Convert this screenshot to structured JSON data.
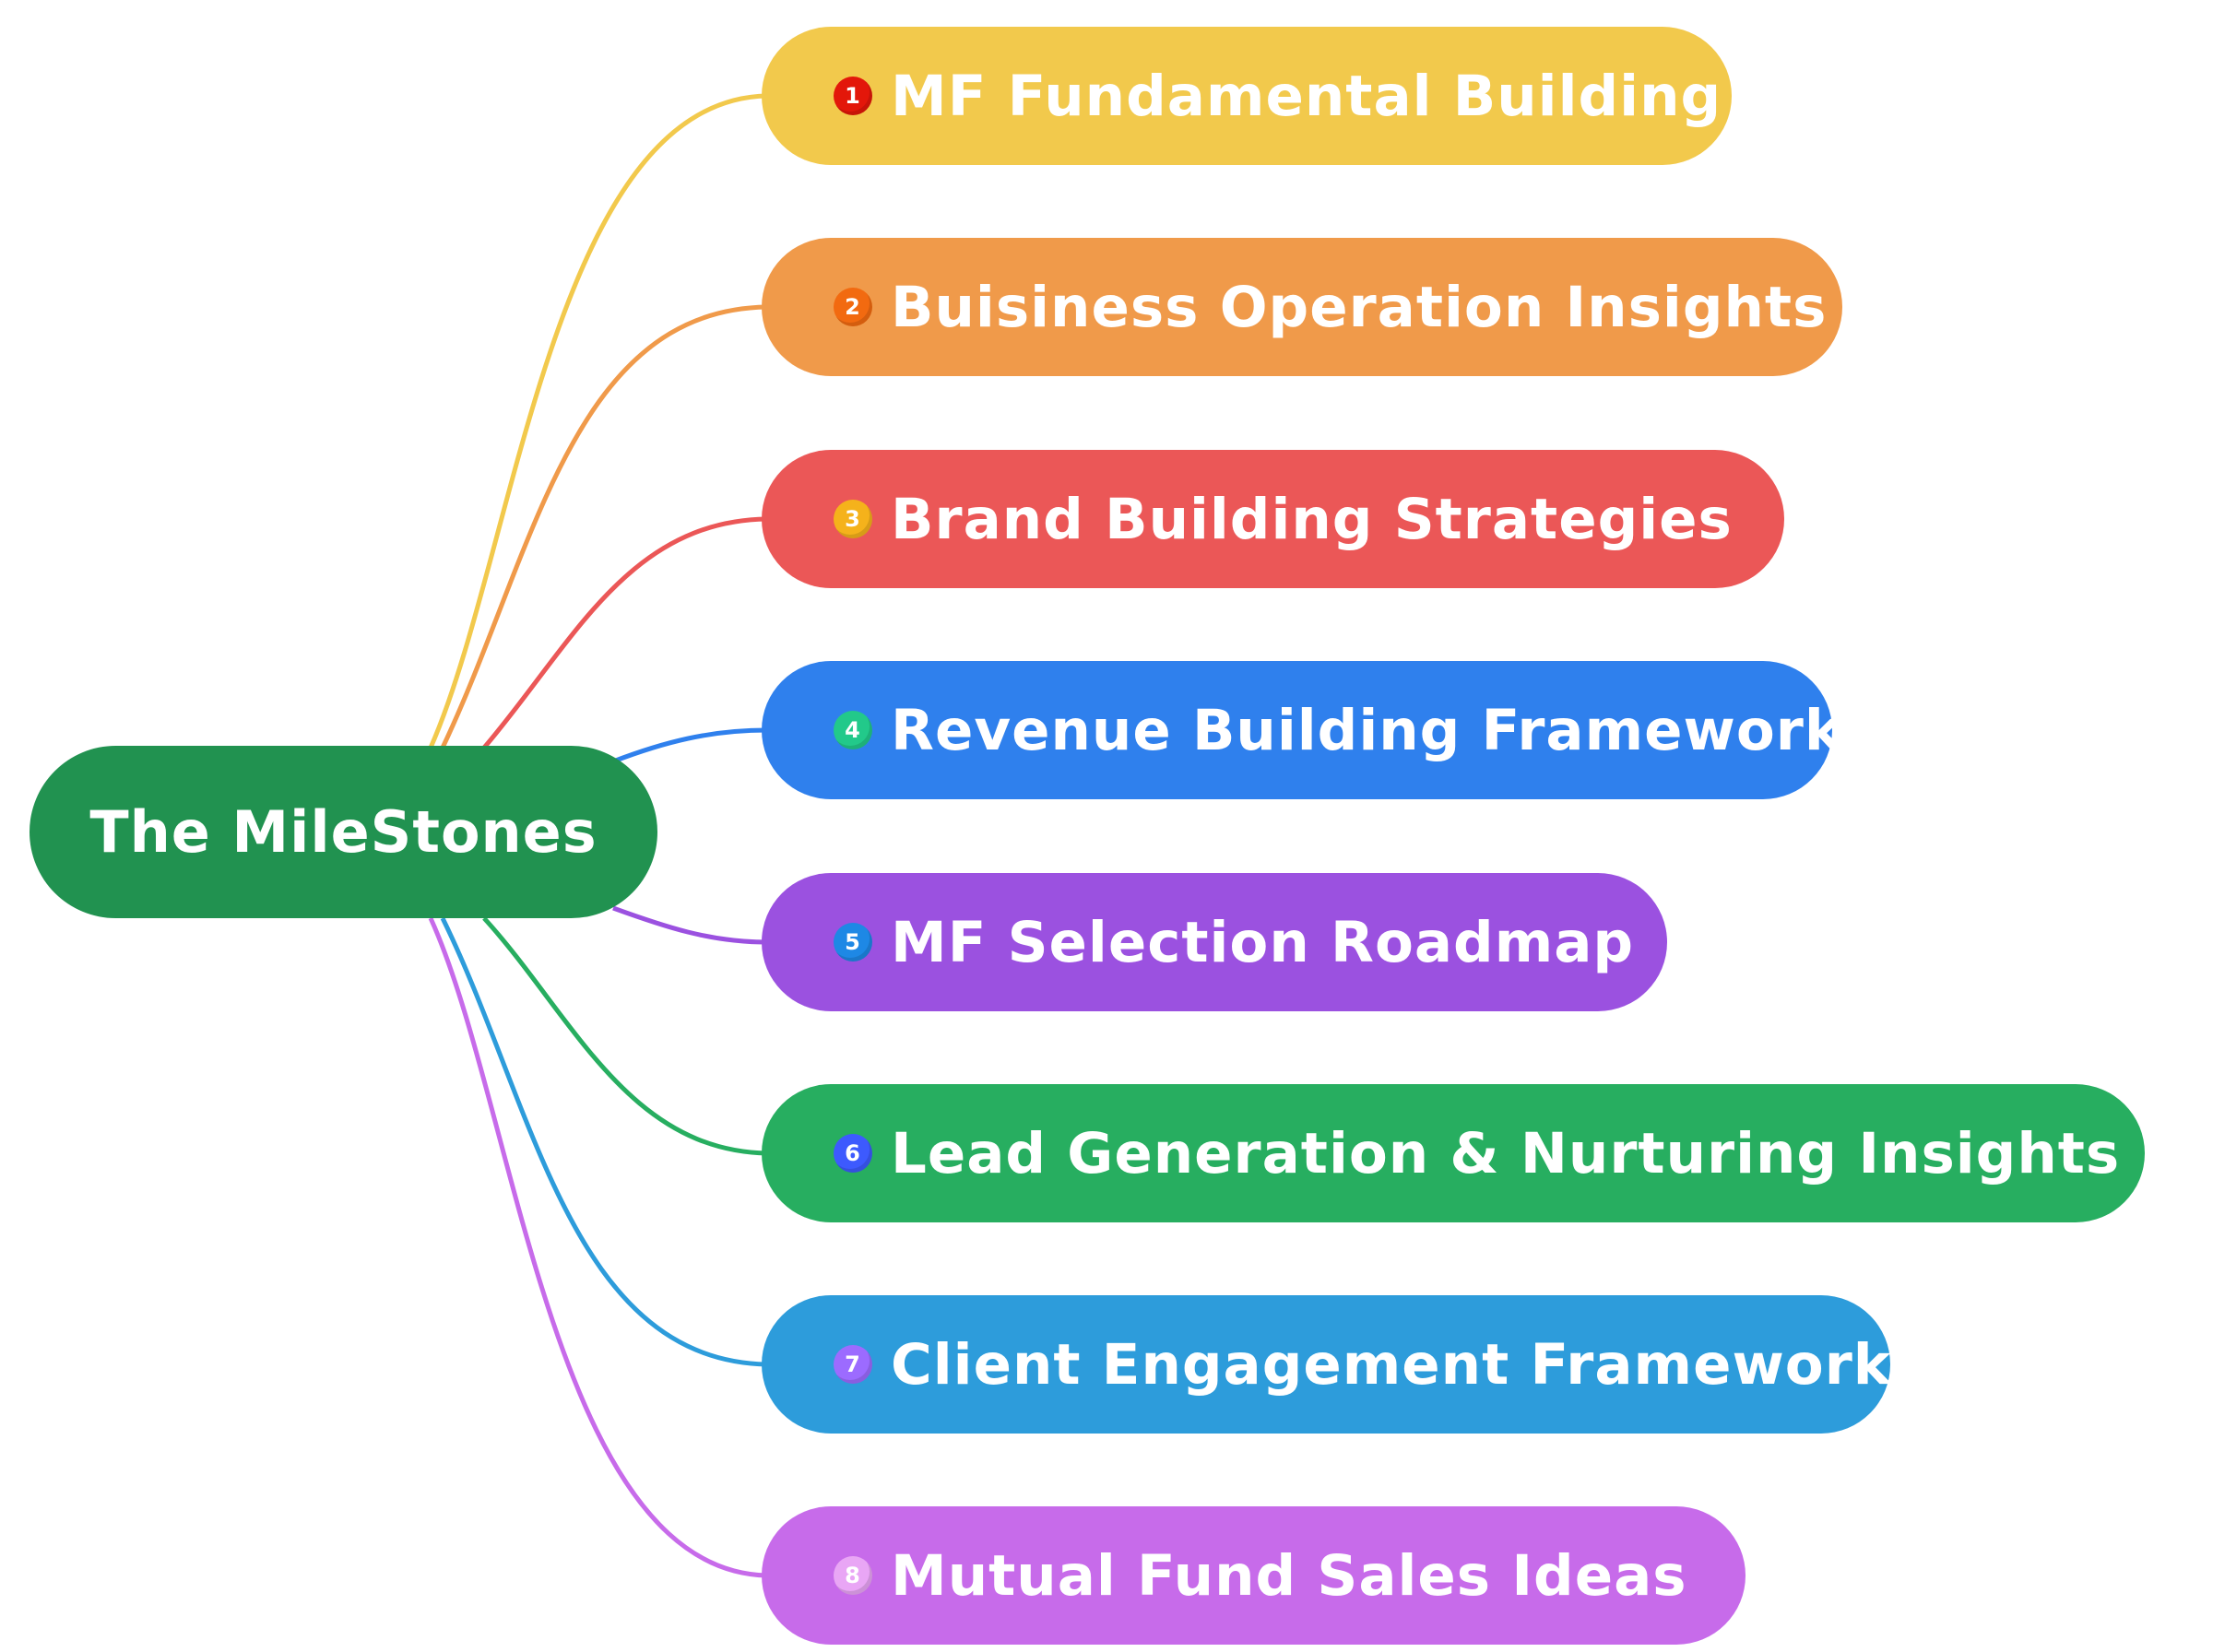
{
  "root": {
    "label": "The MileStones",
    "color": "#219250"
  },
  "branches": [
    {
      "number": "1",
      "label": "MF Fundamental Building",
      "color": "#F2C94C",
      "badge_color": "#E3170A"
    },
    {
      "number": "2",
      "label": "Buisiness Operation Insights",
      "color": "#F09A4A",
      "badge_color": "#F26A10"
    },
    {
      "number": "3",
      "label": "Brand Building Strategies",
      "color": "#EB5757",
      "badge_color": "#F5B21B"
    },
    {
      "number": "4",
      "label": "Revenue Building Framework",
      "color": "#2F80ED",
      "badge_color": "#22C98A"
    },
    {
      "number": "5",
      "label": "MF Selection Roadmap",
      "color": "#9B51E0",
      "badge_color": "#1E88E5"
    },
    {
      "number": "6",
      "label": "Lead Generation & Nurturing Insights",
      "color": "#27AE60",
      "badge_color": "#3D5AFE"
    },
    {
      "number": "7",
      "label": "Client Engagement Framework",
      "color": "#2D9CDB",
      "badge_color": "#9C6BFF"
    },
    {
      "number": "8",
      "label": "Mutual Fund Sales Ideas",
      "color": "#C76BEA",
      "badge_color": "#E9A6F5"
    }
  ]
}
